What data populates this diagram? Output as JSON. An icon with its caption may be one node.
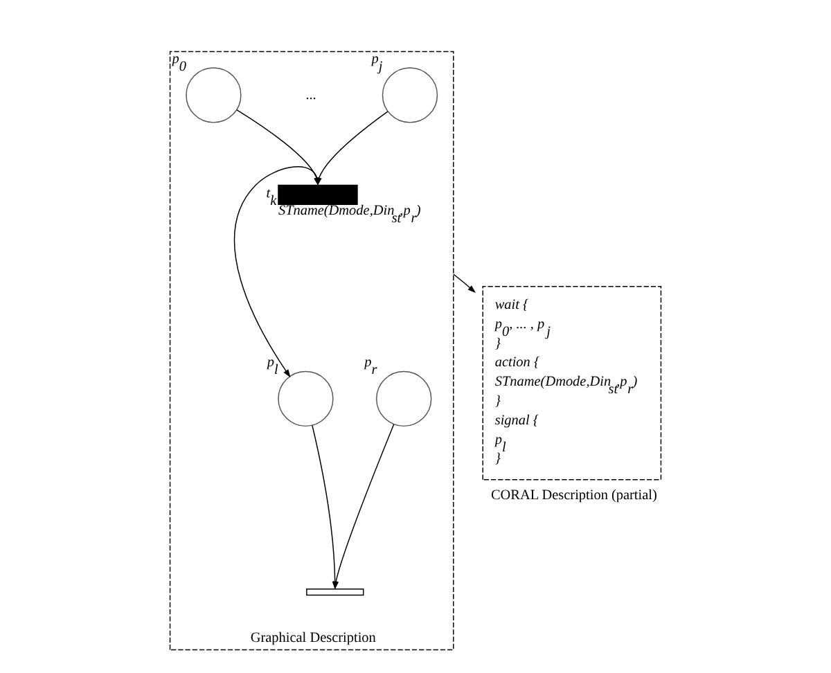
{
  "diagram": {
    "nodes": [
      {
        "text": [],
        "shape": "box",
        "beside": [
          "Graphical Description"
        ]
      },
      {
        "text": [],
        "shape": "circle",
        "in": 0,
        "beside": [
          "p$_{0}$"
        ]
      },
      {
        "text": [],
        "shape": "circle",
        "in": 0,
        "beside": [
          "p$_{j}$"
        ]
      },
      {
        "text": [],
        "shape": "bar",
        "in": 0,
        "beside": [
          "t$_{k}$",
          "STname(Dmode,Din$_{st}$,p$_{r}$)"
        ]
      },
      {
        "text": [],
        "shape": "circle",
        "in": 0,
        "beside": [
          "p$_{l}$"
        ]
      },
      {
        "text": [],
        "shape": "circle",
        "in": 0,
        "beside": [
          "p$_{r}$"
        ]
      },
      {
        "text": [],
        "shape": "bar",
        "in": 0
      },
      {
        "text": [
          "wait {",
          "p$_{0}$, ... , p$_{j}$",
          "}",
          "action {",
          "STname(Dmode,Din$_{st}$,p$_{r}$)",
          "}",
          "signal {",
          "p$_{l}$",
          "}"
        ],
        "beside": [
          "CORAL Description (partial)"
        ]
      }
    ],
    "edges": [
      {
        "from": 1,
        "to": 3,
        "arrow": "to"
      },
      {
        "from": 2,
        "to": 3,
        "arrow": "to"
      },
      {
        "from": 3,
        "to": 4,
        "arrow": "to"
      },
      {
        "from": 4,
        "to": 6,
        "arrow": "to"
      },
      {
        "from": 5,
        "to": 6,
        "arrow": "to"
      },
      {
        "from": 0,
        "to": 7,
        "arrow": "to"
      }
    ],
    "labels": [
      "..."
    ]
  }
}
